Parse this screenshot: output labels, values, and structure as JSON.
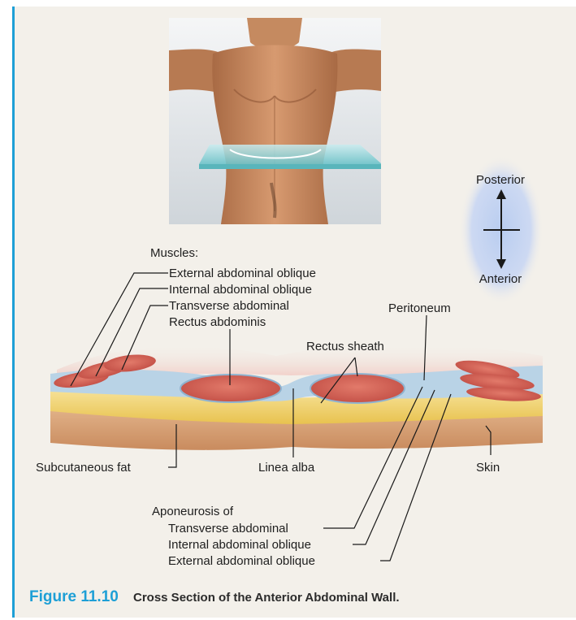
{
  "labels": {
    "muscles_header": "Muscles:",
    "external_oblique": "External abdominal oblique",
    "internal_oblique": "Internal abdominal oblique",
    "transverse": "Transverse abdominal",
    "rectus": "Rectus abdominis",
    "rectus_sheath": "Rectus sheath",
    "peritoneum": "Peritoneum",
    "subcutaneous_fat": "Subcutaneous fat",
    "linea_alba": "Linea alba",
    "skin": "Skin",
    "aponeurosis_header": "Aponeurosis of",
    "apo_transverse": "Transverse abdominal",
    "apo_internal": "Internal abdominal oblique",
    "apo_external": "External abdominal oblique"
  },
  "orientation": {
    "posterior": "Posterior",
    "anterior": "Anterior"
  },
  "caption": {
    "figure_number": "Figure 11.10",
    "title": "Cross Section of the Anterior Abdominal Wall."
  },
  "colors": {
    "accent": "#1d9fd6",
    "muscle": "#d9675a",
    "fat": "#f2d675",
    "fascia": "#b9d3e6",
    "skin": "#d8a47a"
  }
}
